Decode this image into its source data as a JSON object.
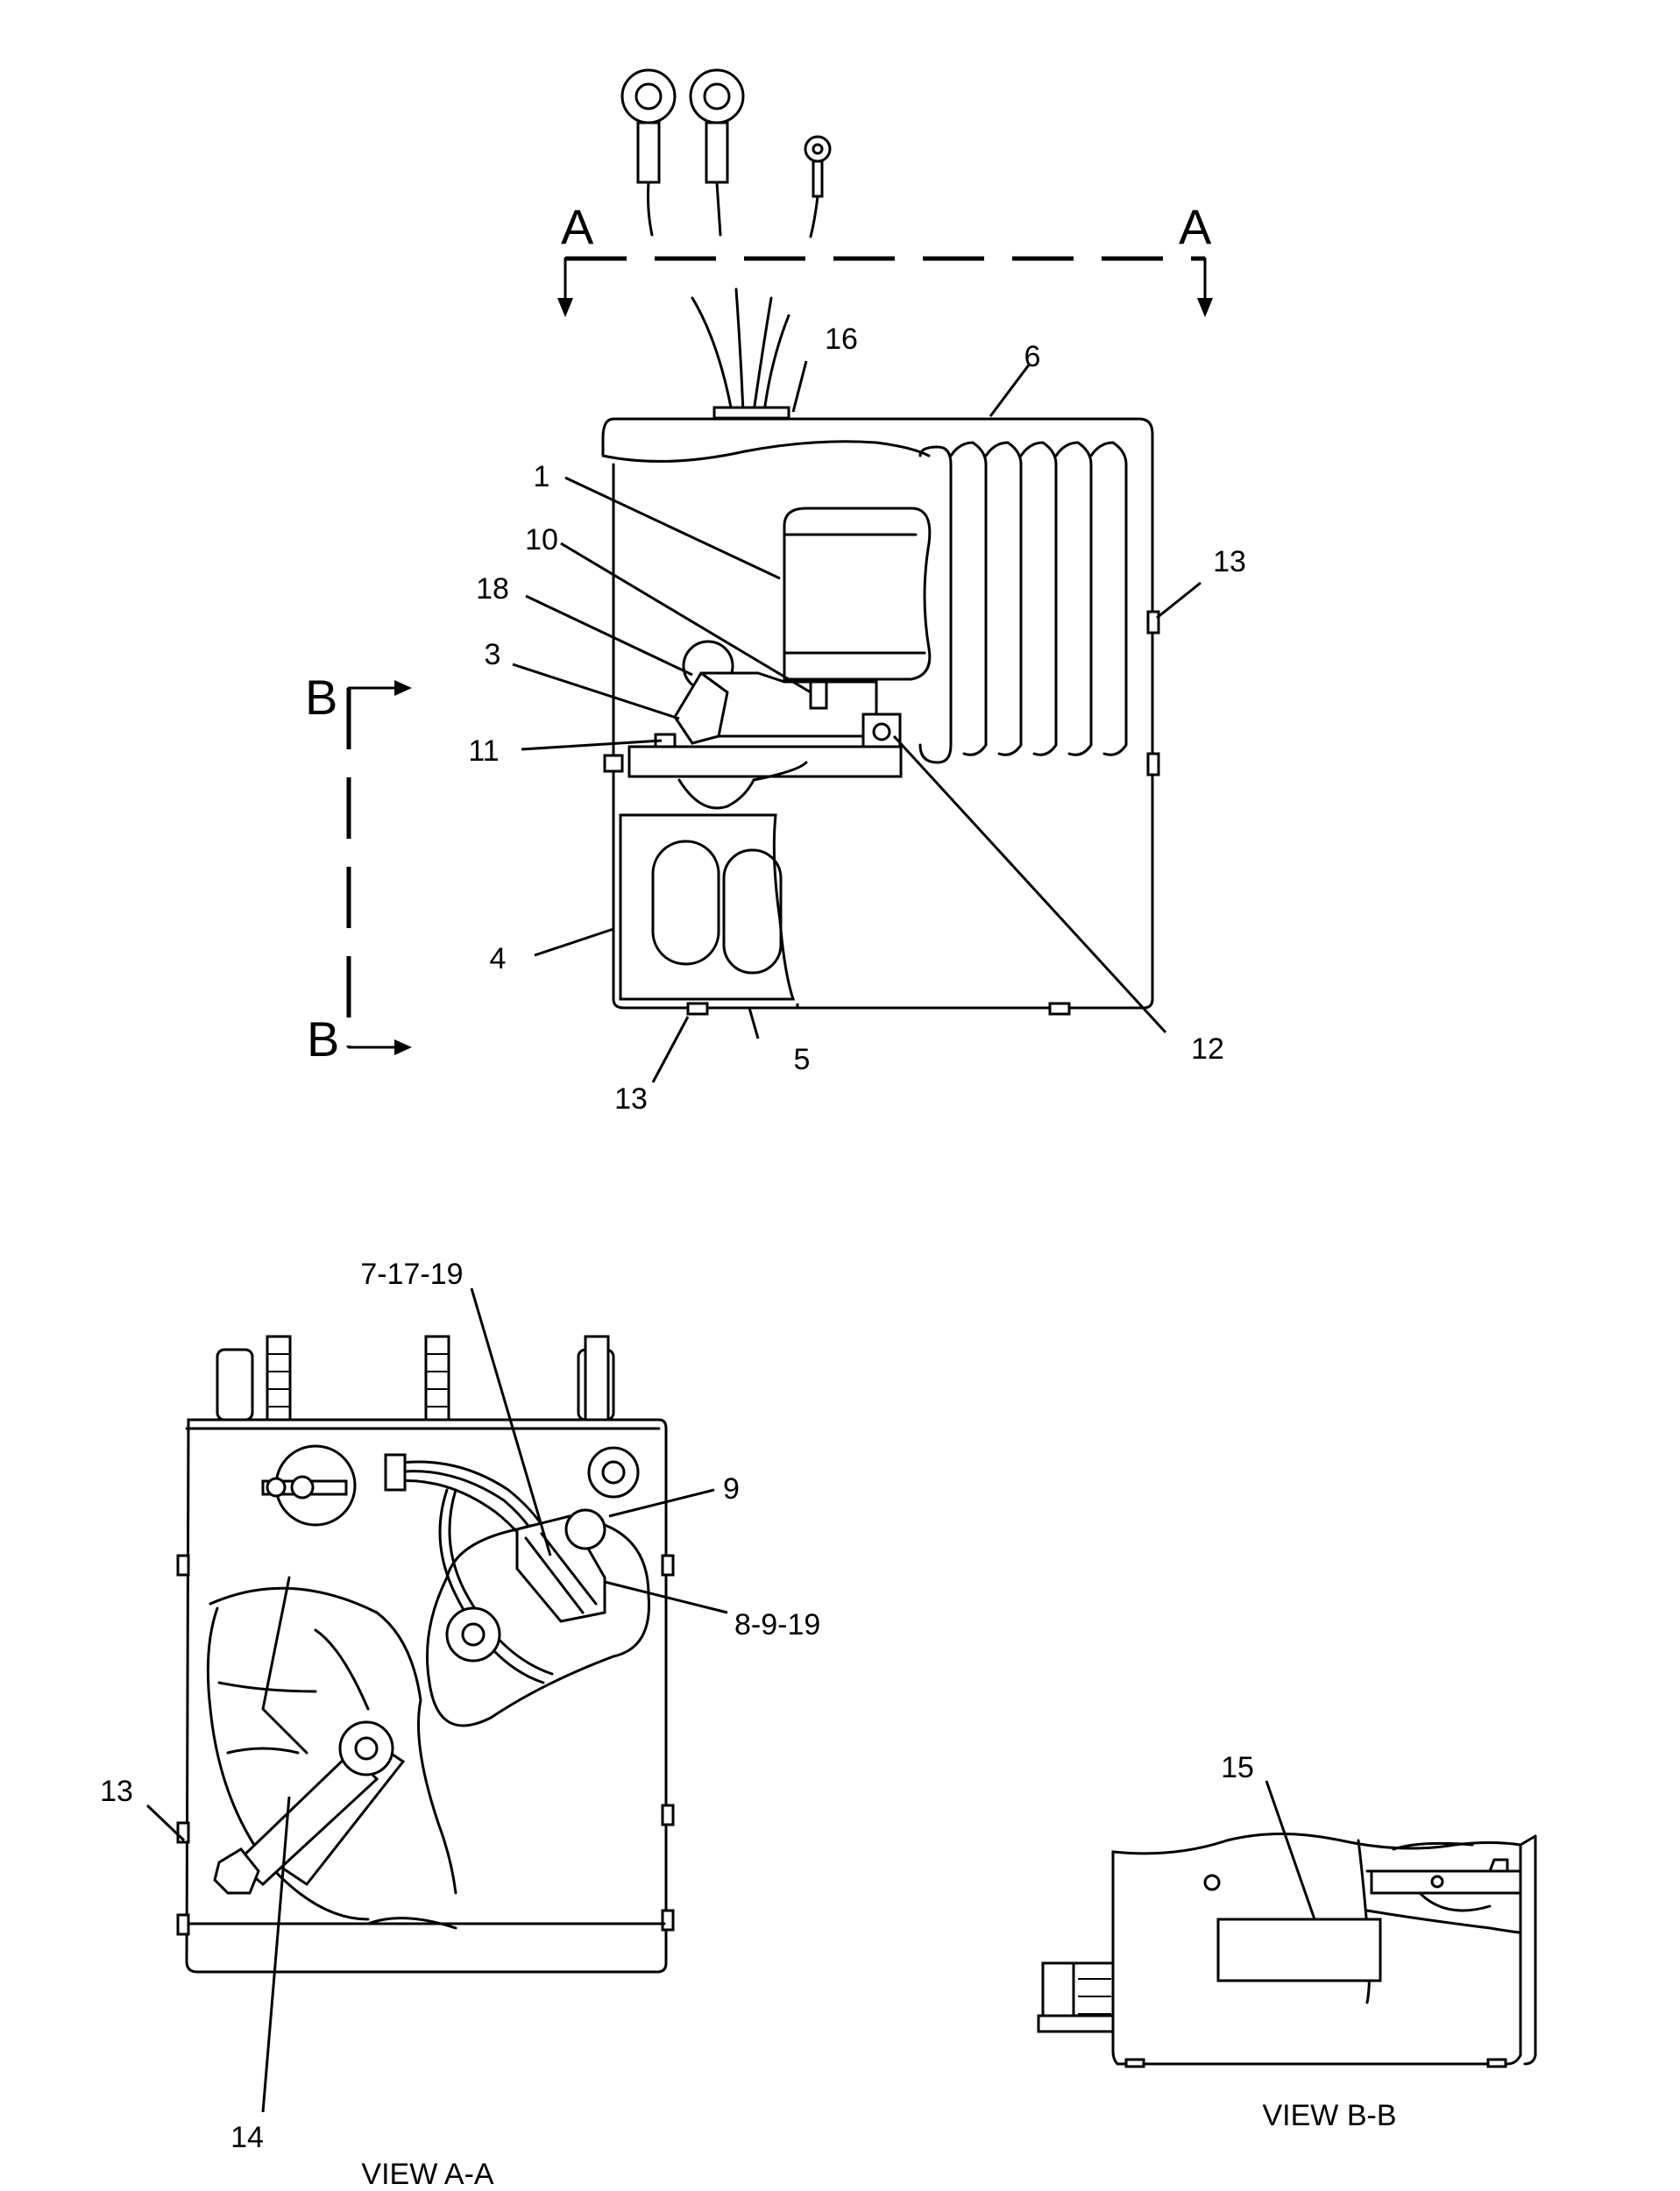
{
  "section_marks": {
    "a_left": "A",
    "a_right": "A",
    "b_top": "B",
    "b_bottom": "B"
  },
  "callouts": {
    "c1": "1",
    "c3": "3",
    "c4": "4",
    "c5": "5",
    "c6": "6",
    "c10": "10",
    "c11": "11",
    "c12": "12",
    "c13_right": "13",
    "c13_bottom": "13",
    "c16": "16",
    "c18": "18",
    "c7_17_19": "7-17-19",
    "c9": "9",
    "c8_9_19": "8-9-19",
    "c13_left": "13",
    "c14": "14",
    "c15": "15"
  },
  "captions": {
    "view_aa": "VIEW A-A",
    "view_bb": "VIEW B-B"
  }
}
